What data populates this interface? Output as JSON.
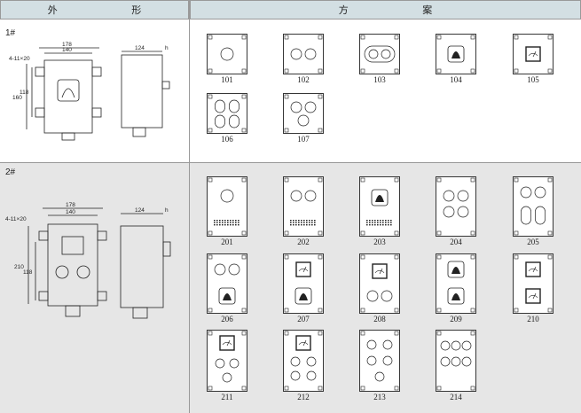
{
  "header": {
    "left_title": "外 形",
    "right_title": "方 案"
  },
  "section1": {
    "label": "1#",
    "dims": {
      "hole": "4-11×20",
      "w1": "178",
      "w2": "140",
      "h1": "160",
      "h2": "118",
      "depth": "124",
      "h": "h"
    },
    "schemes": [
      "101",
      "102",
      "103",
      "104",
      "105",
      "106",
      "107"
    ]
  },
  "section2": {
    "label": "2#",
    "dims": {
      "hole": "4-11×20",
      "w1": "178",
      "w2": "140",
      "h1": "210",
      "h2": "118",
      "depth": "124",
      "h": "h"
    },
    "schemes": [
      "201",
      "202",
      "203",
      "204",
      "205",
      "206",
      "207",
      "208",
      "209",
      "210",
      "211",
      "212",
      "213",
      "214"
    ]
  },
  "colors": {
    "header_bg": "#d3dfe3",
    "section2_bg": "#e6e6e6",
    "line": "#222222"
  }
}
